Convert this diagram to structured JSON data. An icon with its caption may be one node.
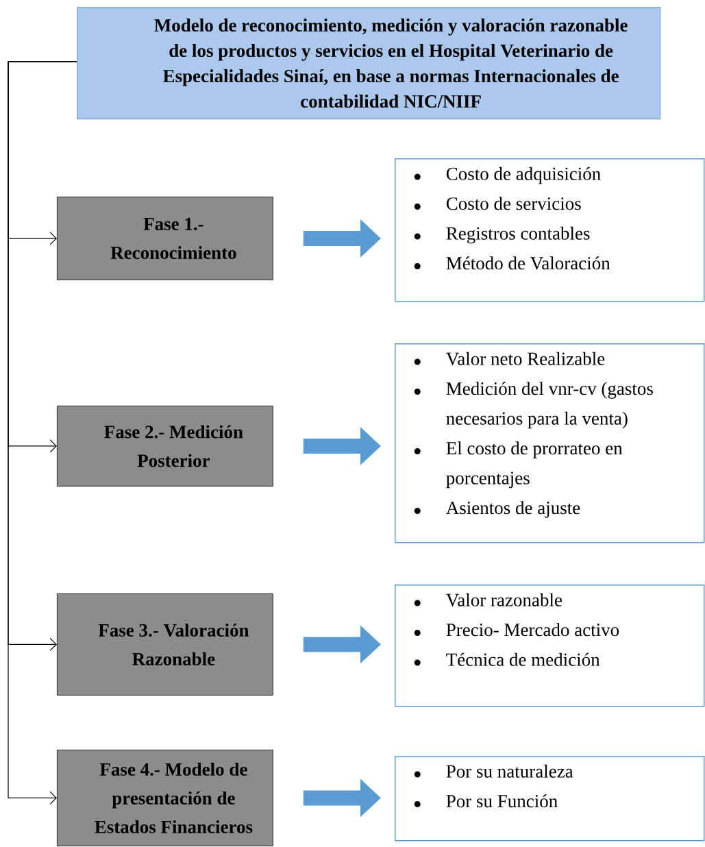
{
  "diagram": {
    "nodes": [
      {
        "text": [
          "Modelo de reconocimiento, medición y valoración razonable de los productos y servicios en el Hospital Veterinario de Especialidades Sinaí, en base a normas Internacionales de contabilidad NIC/NIIF"
        ]
      },
      {
        "text": [
          "Fase 1.- Reconocimiento"
        ]
      },
      {
        "text": [
          "Costo de adquisición",
          "Costo de servicios",
          "Registros contables",
          "Método de Valoración"
        ]
      },
      {
        "text": [
          "Fase 2.- Medición Posterior"
        ]
      },
      {
        "text": [
          "Valor neto Realizable",
          "Medición del vnr-cv (gastos necesarios para la venta)",
          "El costo de prorrateo en porcentajes",
          "Asientos de ajuste"
        ]
      },
      {
        "text": [
          "Fase 3.- Valoración Razonable"
        ]
      },
      {
        "text": [
          "Valor razonable",
          "Precio- Mercado activo",
          "Técnica de medición"
        ]
      },
      {
        "text": [
          "Fase 4.- Modelo de presentación de Estados Financieros"
        ]
      },
      {
        "text": [
          "Por su naturaleza",
          "Por su Función"
        ]
      }
    ],
    "edges": [
      {
        "from": 0,
        "to": 1,
        "arrow": "to"
      },
      {
        "from": 0,
        "to": 3,
        "arrow": "to"
      },
      {
        "from": 0,
        "to": 5,
        "arrow": "to"
      },
      {
        "from": 0,
        "to": 7,
        "arrow": "to"
      },
      {
        "from": 1,
        "to": 2,
        "arrow": "to",
        "style": "thick",
        "color": "#5b9bd5"
      },
      {
        "from": 3,
        "to": 4,
        "arrow": "to",
        "style": "thick",
        "color": "#5b9bd5"
      },
      {
        "from": 5,
        "to": 6,
        "arrow": "to",
        "style": "thick",
        "color": "#5b9bd5"
      },
      {
        "from": 7,
        "to": 8,
        "arrow": "to",
        "style": "thick",
        "color": "#5b9bd5"
      }
    ]
  }
}
